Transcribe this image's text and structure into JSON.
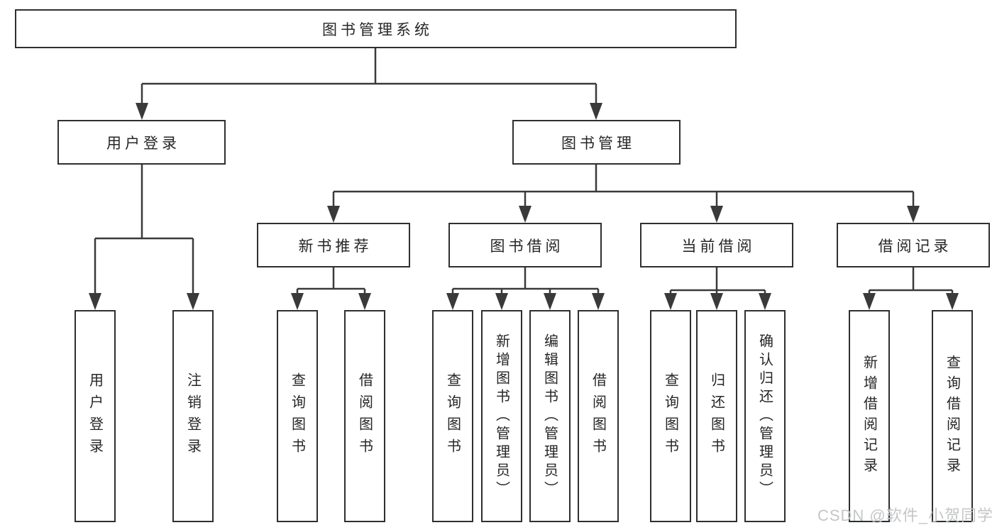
{
  "diagram": {
    "root": {
      "label": "图书管理系统"
    },
    "level2": [
      {
        "label": "用户登录"
      },
      {
        "label": "图书管理"
      }
    ],
    "level3": [
      {
        "label": "新书推荐"
      },
      {
        "label": "图书借阅"
      },
      {
        "label": "当前借阅"
      },
      {
        "label": "借阅记录"
      }
    ],
    "leaves": [
      {
        "label": "用户登录"
      },
      {
        "label": "注销登录"
      },
      {
        "label": "查询图书"
      },
      {
        "label": "借阅图书"
      },
      {
        "label": "查询图书"
      },
      {
        "label": "新增图书（管理员）"
      },
      {
        "label": "编辑图书（管理员）"
      },
      {
        "label": "借阅图书"
      },
      {
        "label": "查询图书"
      },
      {
        "label": "归还图书"
      },
      {
        "label": "确认归还（管理员）"
      },
      {
        "label": "新增借阅记录"
      },
      {
        "label": "查询借阅记录"
      }
    ]
  },
  "watermark": {
    "text": "CSDN @软件_小贺同学"
  },
  "colors": {
    "line": "#3a3a3a",
    "box_border": "#2f2f2f",
    "text": "#262626",
    "watermark": "#c3c6c9",
    "background": "#ffffff"
  }
}
